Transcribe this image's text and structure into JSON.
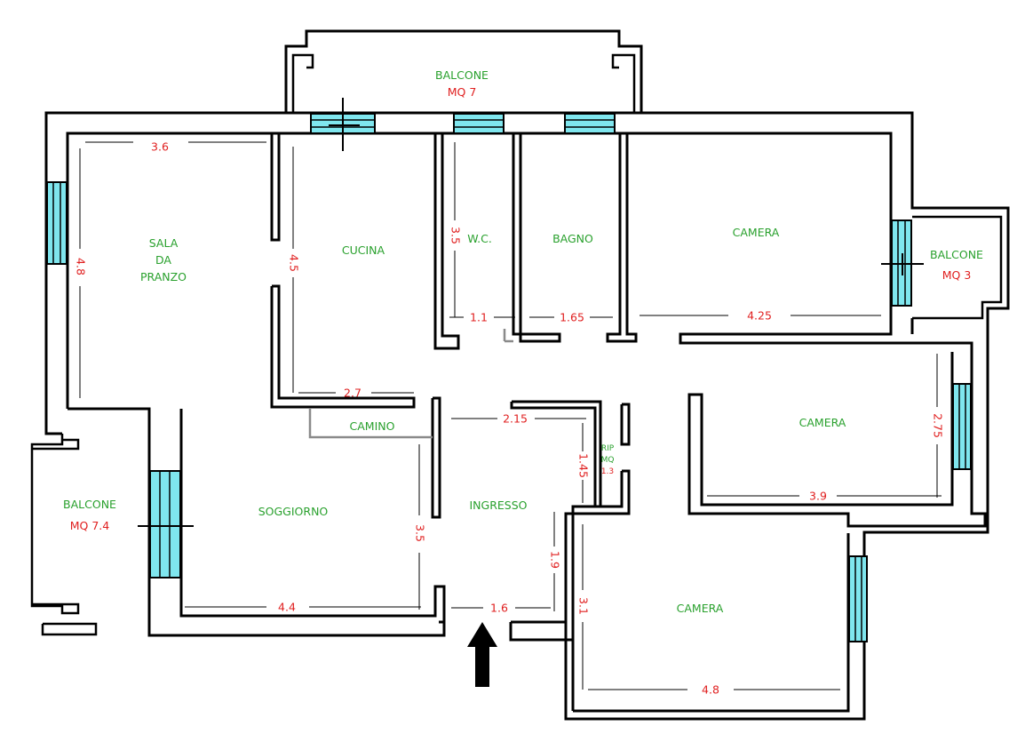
{
  "rooms": {
    "sala_line1": "SALA",
    "sala_line2": "DA",
    "sala_line3": "PRANZO",
    "cucina": "CUCINA",
    "wc": "W.C.",
    "bagno": "BAGNO",
    "camera_top": "CAMERA",
    "camera_right": "CAMERA",
    "camera_bottom": "CAMERA",
    "camino": "CAMINO",
    "soggiorno": "SOGGIORNO",
    "ingresso": "INGRESSO",
    "rip_line1": "RIP",
    "rip_line2": "MQ",
    "rip_line3": "1.3"
  },
  "balconies": {
    "top_name": "BALCONE",
    "top_area": "MQ 7",
    "right_name": "BALCONE",
    "right_area": "MQ 3",
    "left_name": "BALCONE",
    "left_area": "MQ 7.4"
  },
  "dimensions": {
    "sala_width": "3.6",
    "sala_depth": "4.8",
    "cucina_depth": "4.5",
    "cucina_width": "2.7",
    "wc_depth": "3.5",
    "wc_width": "1.1",
    "bagno_width": "1.65",
    "camera_top_width": "4.25",
    "camera_right_depth": "2.75",
    "camera_right_width": "3.9",
    "ingresso_width": "2.15",
    "ingresso_depth_upper": "1.45",
    "ingresso_depth_lower": "1.9",
    "ingresso_door": "1.6",
    "soggiorno_depth": "3.5",
    "soggiorno_width": "4.4",
    "camera_bottom_depth": "3.1",
    "camera_bottom_width": "4.8"
  },
  "colors": {
    "wall": "#000000",
    "window": "#7fe6ee",
    "room_label": "#2aa12e",
    "dimension_label": "#e02020",
    "fireplace": "#8a8a8a"
  },
  "icons": {
    "entrance": "entrance-arrow-icon"
  }
}
